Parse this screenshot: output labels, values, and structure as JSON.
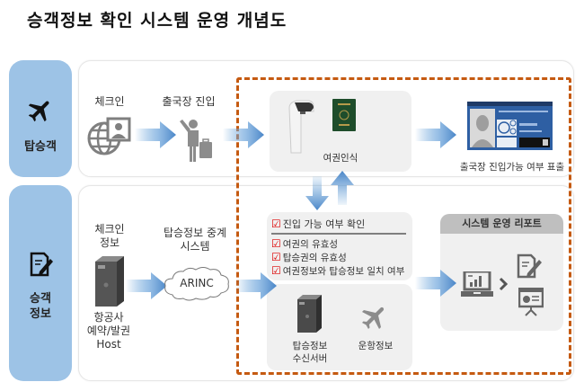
{
  "title": "승객정보 확인 시스템 운영 개념도",
  "rows": {
    "passenger": {
      "label": "탑승객",
      "icon": "airplane-icon",
      "checkin_label": "체크인",
      "checkin_icon": "globe-id-icon",
      "departure_entry_label": "출국장 진입",
      "departure_icon": "traveler-with-luggage-icon",
      "passport_label": "여권인식",
      "passport_icons": [
        "passport-reader-kiosk-icon",
        "passport-icon"
      ],
      "display_label": "출국장 진입가능 여부 표출",
      "display_icon": "screen-display-icon"
    },
    "passenger_info": {
      "label_line1": "승객",
      "label_line2": "정보",
      "icon": "document-edit-icon",
      "checkin_info_line1": "체크인",
      "checkin_info_line2": "정보",
      "host_line1": "항공사",
      "host_line2": "예약/발권",
      "host_line3": "Host",
      "relay_line1": "탑승정보 중계",
      "relay_line2": "시스템",
      "cloud_label": "ARINC",
      "check_panel": {
        "title": "진입 가능 여부 확인",
        "items": [
          "여권의 유효성",
          "탑승권의 유효성",
          "여권정보와 탑승정보 일치 여부"
        ]
      },
      "server_label_line1": "탑승정보",
      "server_label_line2": "수신서버",
      "flight_info_label": "운항정보",
      "report": {
        "title": "시스템 운영 리포트",
        "icons": [
          "laptop-chart-icon",
          "chevron-right-icon",
          "document-edit-icon",
          "presentation-icon"
        ]
      }
    }
  },
  "colors": {
    "side_blue": "#9dc3e6",
    "dashed_border": "#c55a11",
    "arrow_blue": "#5b9bd5",
    "check_red": "#dd0000"
  }
}
